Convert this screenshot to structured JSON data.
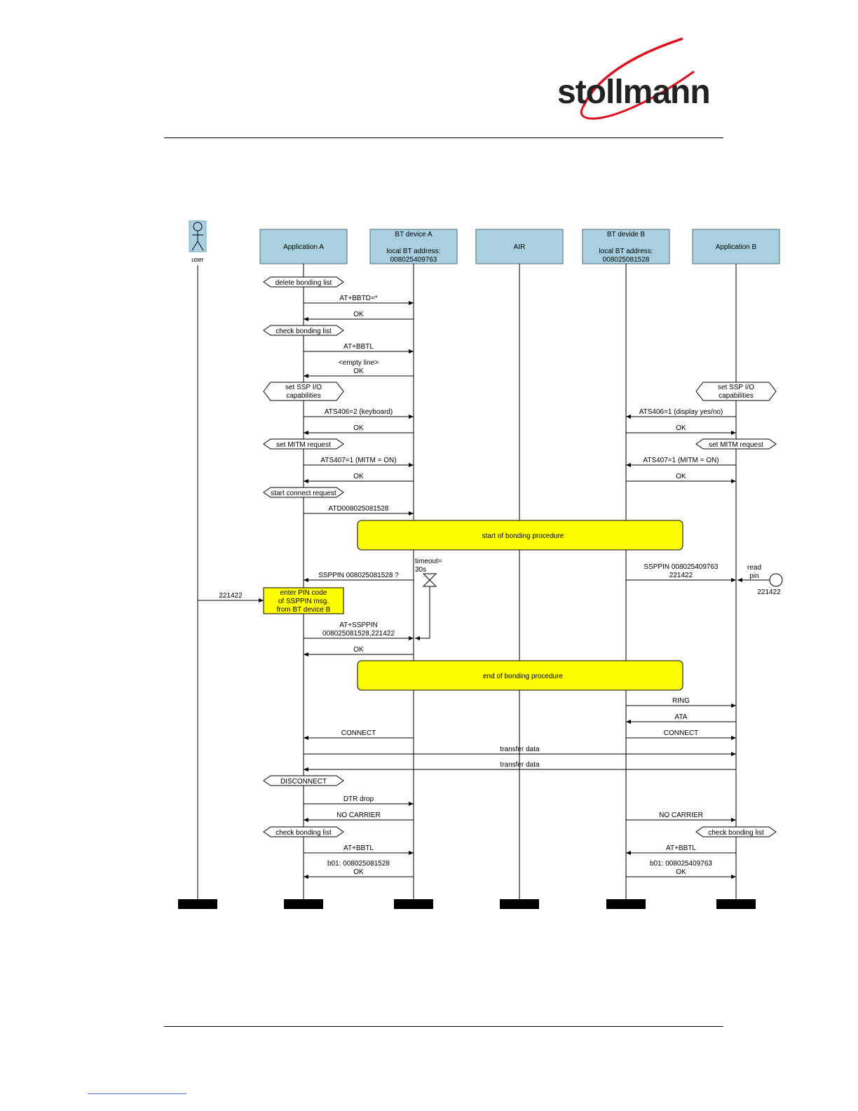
{
  "logo": {
    "text": "stollmann",
    "color_dark": "#222222",
    "color_red": "#e0101e"
  },
  "diagram": {
    "actor": {
      "label": "user"
    },
    "lifelines": [
      {
        "id": "appA",
        "lines": [
          "Application A"
        ]
      },
      {
        "id": "btA",
        "lines": [
          "BT device A",
          "",
          "local BT address:",
          "008025409763"
        ]
      },
      {
        "id": "air",
        "lines": [
          "AIR"
        ]
      },
      {
        "id": "btB",
        "lines": [
          "BT devide B",
          "",
          "local BT address:",
          "008025081528"
        ]
      },
      {
        "id": "appB",
        "lines": [
          "Application B"
        ]
      }
    ],
    "notes_left": [
      [
        "delete bonding list"
      ],
      [
        "check bonding list"
      ],
      [
        "set SSP I/O",
        "capabilities"
      ],
      [
        "set MITM request"
      ],
      [
        "start connect request"
      ],
      [
        "DISCONNECT"
      ],
      [
        "check bonding list"
      ]
    ],
    "notes_right": [
      [
        "set SSP I/O",
        "capabilities"
      ],
      [
        "set MITM request"
      ],
      [
        "check bonding list"
      ]
    ],
    "messages_a": [
      {
        "label": [
          "AT+BBTD=*"
        ],
        "dir": "right"
      },
      {
        "label": [
          "OK"
        ],
        "dir": "left"
      },
      {
        "label": [
          "AT+BBTL"
        ],
        "dir": "right"
      },
      {
        "label": [
          "<empty line>",
          "OK"
        ],
        "dir": "left"
      },
      {
        "label": [
          "ATS406=2 (keyboard)"
        ],
        "dir": "right"
      },
      {
        "label": [
          "OK"
        ],
        "dir": "left"
      },
      {
        "label": [
          "ATS407=1 (MITM = ON)"
        ],
        "dir": "right"
      },
      {
        "label": [
          "OK"
        ],
        "dir": "left"
      },
      {
        "label": [
          "ATD008025081528"
        ],
        "dir": "right"
      },
      {
        "label": [
          "SSPPIN 008025081528 ?"
        ],
        "dir": "left"
      },
      {
        "label": [
          "AT+SSPPIN",
          "008025081528,221422"
        ],
        "dir": "right"
      },
      {
        "label": [
          "OK"
        ],
        "dir": "left"
      },
      {
        "label": [
          "CONNECT"
        ],
        "dir": "left"
      },
      {
        "label": [
          "DTR drop"
        ],
        "dir": "right"
      },
      {
        "label": [
          "NO CARRIER"
        ],
        "dir": "left"
      },
      {
        "label": [
          "AT+BBTL"
        ],
        "dir": "right"
      },
      {
        "label": [
          "b01: 008025081528",
          "OK"
        ],
        "dir": "left"
      }
    ],
    "messages_b": [
      {
        "label": [
          "ATS406=1 (display yes/no)"
        ],
        "dir": "left"
      },
      {
        "label": [
          "OK"
        ],
        "dir": "right"
      },
      {
        "label": [
          "ATS407=1 (MITM = ON)"
        ],
        "dir": "left"
      },
      {
        "label": [
          "OK"
        ],
        "dir": "right"
      },
      {
        "label": [
          "SSPPIN 008025409763",
          "221422"
        ],
        "dir": "right"
      },
      {
        "label": [
          "RING"
        ],
        "dir": "right"
      },
      {
        "label": [
          "ATA"
        ],
        "dir": "left"
      },
      {
        "label": [
          "CONNECT"
        ],
        "dir": "right"
      },
      {
        "label": [
          "NO CARRIER"
        ],
        "dir": "right"
      },
      {
        "label": [
          "AT+BBTL"
        ],
        "dir": "left"
      },
      {
        "label": [
          "b01: 008025409763",
          "OK"
        ],
        "dir": "right"
      }
    ],
    "transfer": [
      {
        "label": "transfer data",
        "dir": "right"
      },
      {
        "label": "transfer data",
        "dir": "left"
      }
    ],
    "user_message": "221422",
    "bands": [
      "start of bonding procedure",
      "end of bonding procedure"
    ],
    "pin_note": [
      "enter PIN code",
      "of SSPPIN msg.",
      "from BT device B"
    ],
    "timeout": [
      "timeout=",
      "30s"
    ],
    "read_pin": {
      "label": [
        "read",
        "pin"
      ],
      "value": "221422"
    },
    "colors": {
      "lifeline_box": "#a8d0e0",
      "highlight": "#ffff00",
      "line": "#000000"
    }
  }
}
